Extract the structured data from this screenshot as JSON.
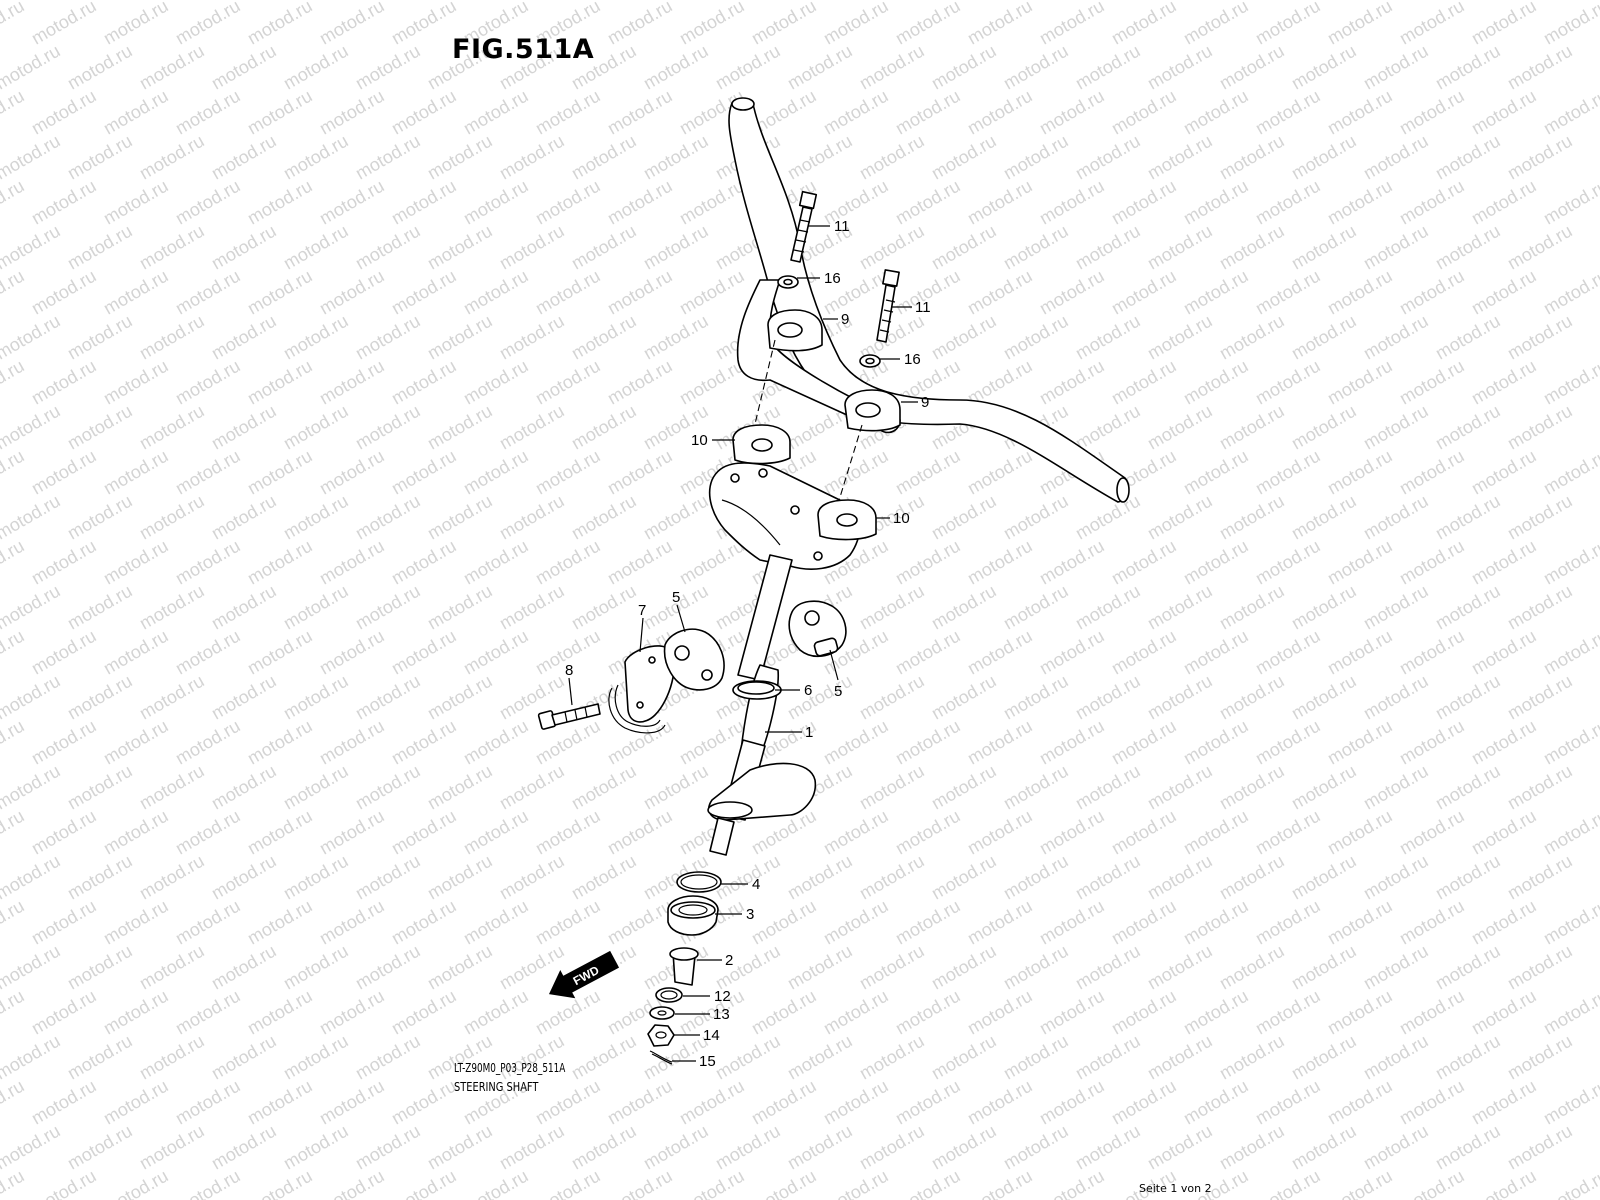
{
  "figure": {
    "title": "FIG.511A",
    "code": "LT-Z90M0_P03_P28_511A",
    "name": "STEERING SHAFT",
    "page": "Seite 1 von 2",
    "watermark": "motod.ru",
    "fwd_label": "FWD"
  },
  "callouts": [
    {
      "id": "c11a",
      "label": "11"
    },
    {
      "id": "c16a",
      "label": "16"
    },
    {
      "id": "c11b",
      "label": "11"
    },
    {
      "id": "c9a",
      "label": "9"
    },
    {
      "id": "c16b",
      "label": "16"
    },
    {
      "id": "c9b",
      "label": "9"
    },
    {
      "id": "c10a",
      "label": "10"
    },
    {
      "id": "c10b",
      "label": "10"
    },
    {
      "id": "c5a",
      "label": "5"
    },
    {
      "id": "c7",
      "label": "7"
    },
    {
      "id": "c5b",
      "label": "5"
    },
    {
      "id": "c8",
      "label": "8"
    },
    {
      "id": "c6",
      "label": "6"
    },
    {
      "id": "c1",
      "label": "1"
    },
    {
      "id": "c4",
      "label": "4"
    },
    {
      "id": "c3",
      "label": "3"
    },
    {
      "id": "c2",
      "label": "2"
    },
    {
      "id": "c12",
      "label": "12"
    },
    {
      "id": "c13",
      "label": "13"
    },
    {
      "id": "c14",
      "label": "14"
    },
    {
      "id": "c15",
      "label": "15"
    }
  ]
}
